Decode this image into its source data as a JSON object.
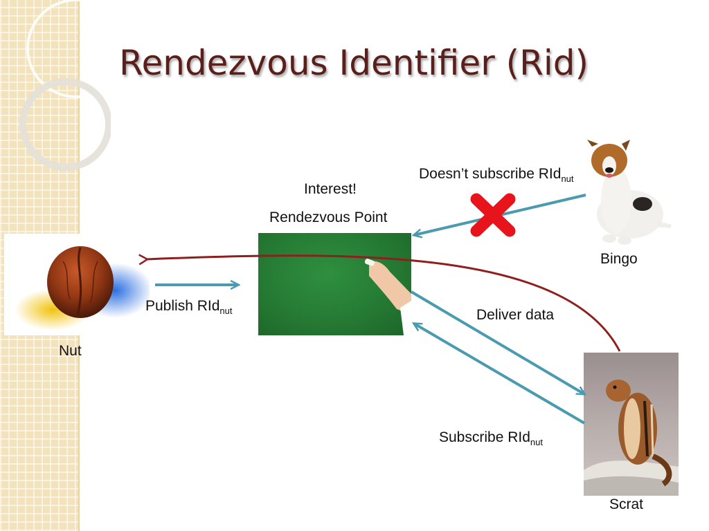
{
  "slide": {
    "title": "Rendezvous Identifier (Rid)"
  },
  "labels": {
    "interest": "Interest!",
    "rendezvous_point": "Rendezvous Point",
    "nut": "Nut",
    "bingo": "Bingo",
    "scrat": "Scrat",
    "publish": "Publish RId",
    "publish_sub": "nut",
    "doesnt_subscribe": "Doesn’t subscribe RId",
    "doesnt_subscribe_sub": "nut",
    "deliver": "Deliver data",
    "subscribe": "Subscribe RId",
    "subscribe_sub": "nut"
  },
  "colors": {
    "title": "#5a1f1a",
    "arrow_blue": "#4a9ab0",
    "arrow_red": "#8f1e1e",
    "cross": "#e8141b",
    "board_green": "#2a8a3a",
    "sidebar": "#f2e3bd"
  }
}
